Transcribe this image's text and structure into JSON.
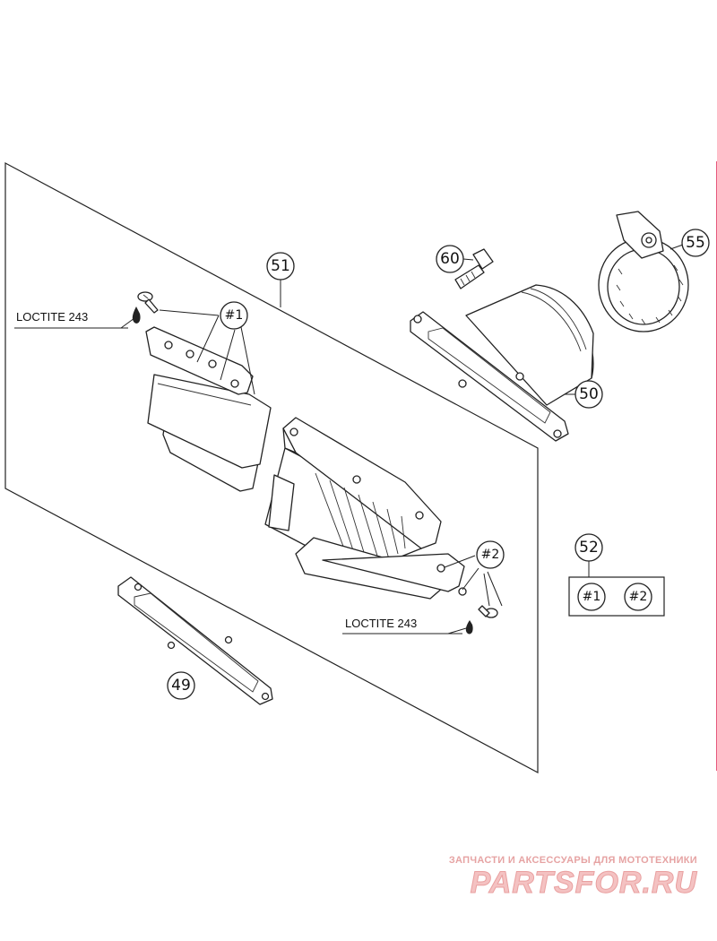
{
  "callouts": {
    "p51": "51",
    "p60": "60",
    "p55": "55",
    "p50": "50",
    "p52": "52",
    "p49": "49"
  },
  "tags": {
    "t1_top": "#1",
    "t2_mid": "#2",
    "t1_box": "#1",
    "t2_box": "#2"
  },
  "loctite": {
    "top": "LOCTITE 243",
    "bottom": "LOCTITE 243"
  },
  "watermark": {
    "caption": "ЗАПЧАСТИ И АКСЕССУАРЫ ДЛЯ МОТОТЕХНИКИ",
    "logo": "PARTSFOR.RU"
  },
  "colors": {
    "line": "#222222",
    "watermark_fill": "#f4c2c2",
    "watermark_text": "#e6a3a3"
  }
}
